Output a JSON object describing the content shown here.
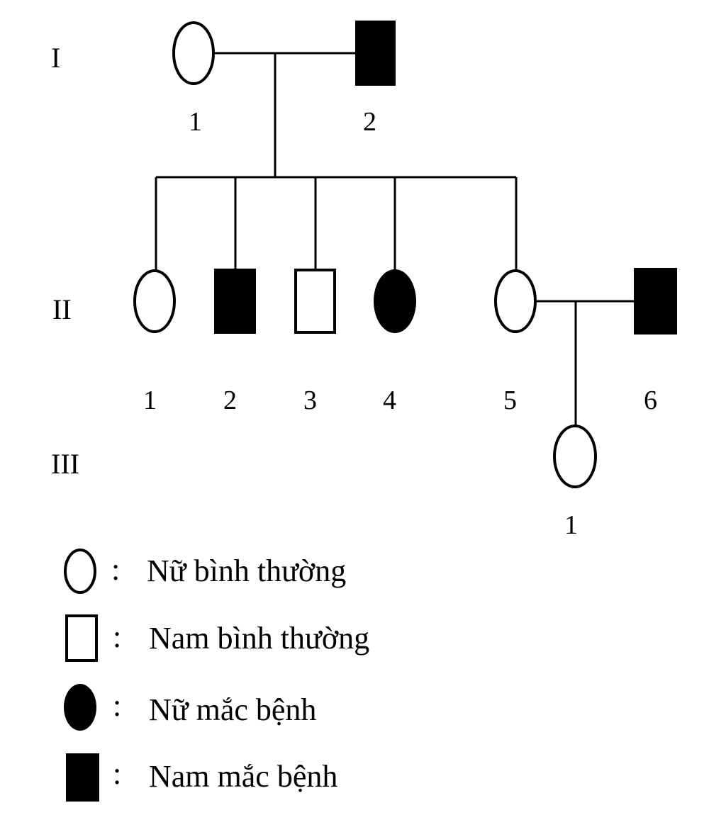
{
  "generations": [
    "I",
    "II",
    "III"
  ],
  "individuals": {
    "I1": {
      "number": "1",
      "sex": "female",
      "status": "normal"
    },
    "I2": {
      "number": "2",
      "sex": "male",
      "status": "affected"
    },
    "II1": {
      "number": "1",
      "sex": "female",
      "status": "normal"
    },
    "II2": {
      "number": "2",
      "sex": "male",
      "status": "affected"
    },
    "II3": {
      "number": "3",
      "sex": "male",
      "status": "normal"
    },
    "II4": {
      "number": "4",
      "sex": "female",
      "status": "affected"
    },
    "II5": {
      "number": "5",
      "sex": "female",
      "status": "normal"
    },
    "II6": {
      "number": "6",
      "sex": "male",
      "status": "affected"
    },
    "III1": {
      "number": "1",
      "sex": "female",
      "status": "normal"
    }
  },
  "legend": [
    {
      "symbol": "open-circle",
      "separator": ":",
      "label": "Nữ bình thường"
    },
    {
      "symbol": "open-square",
      "separator": ":",
      "label": "Nam bình thường"
    },
    {
      "symbol": "filled-circle",
      "separator": ":",
      "label": "Nữ mắc bệnh"
    },
    {
      "symbol": "filled-square",
      "separator": ":",
      "label": "Nam mắc bệnh"
    }
  ],
  "colors": {
    "affected_fill": "#000000",
    "normal_fill": "#ffffff",
    "stroke": "#000000"
  }
}
